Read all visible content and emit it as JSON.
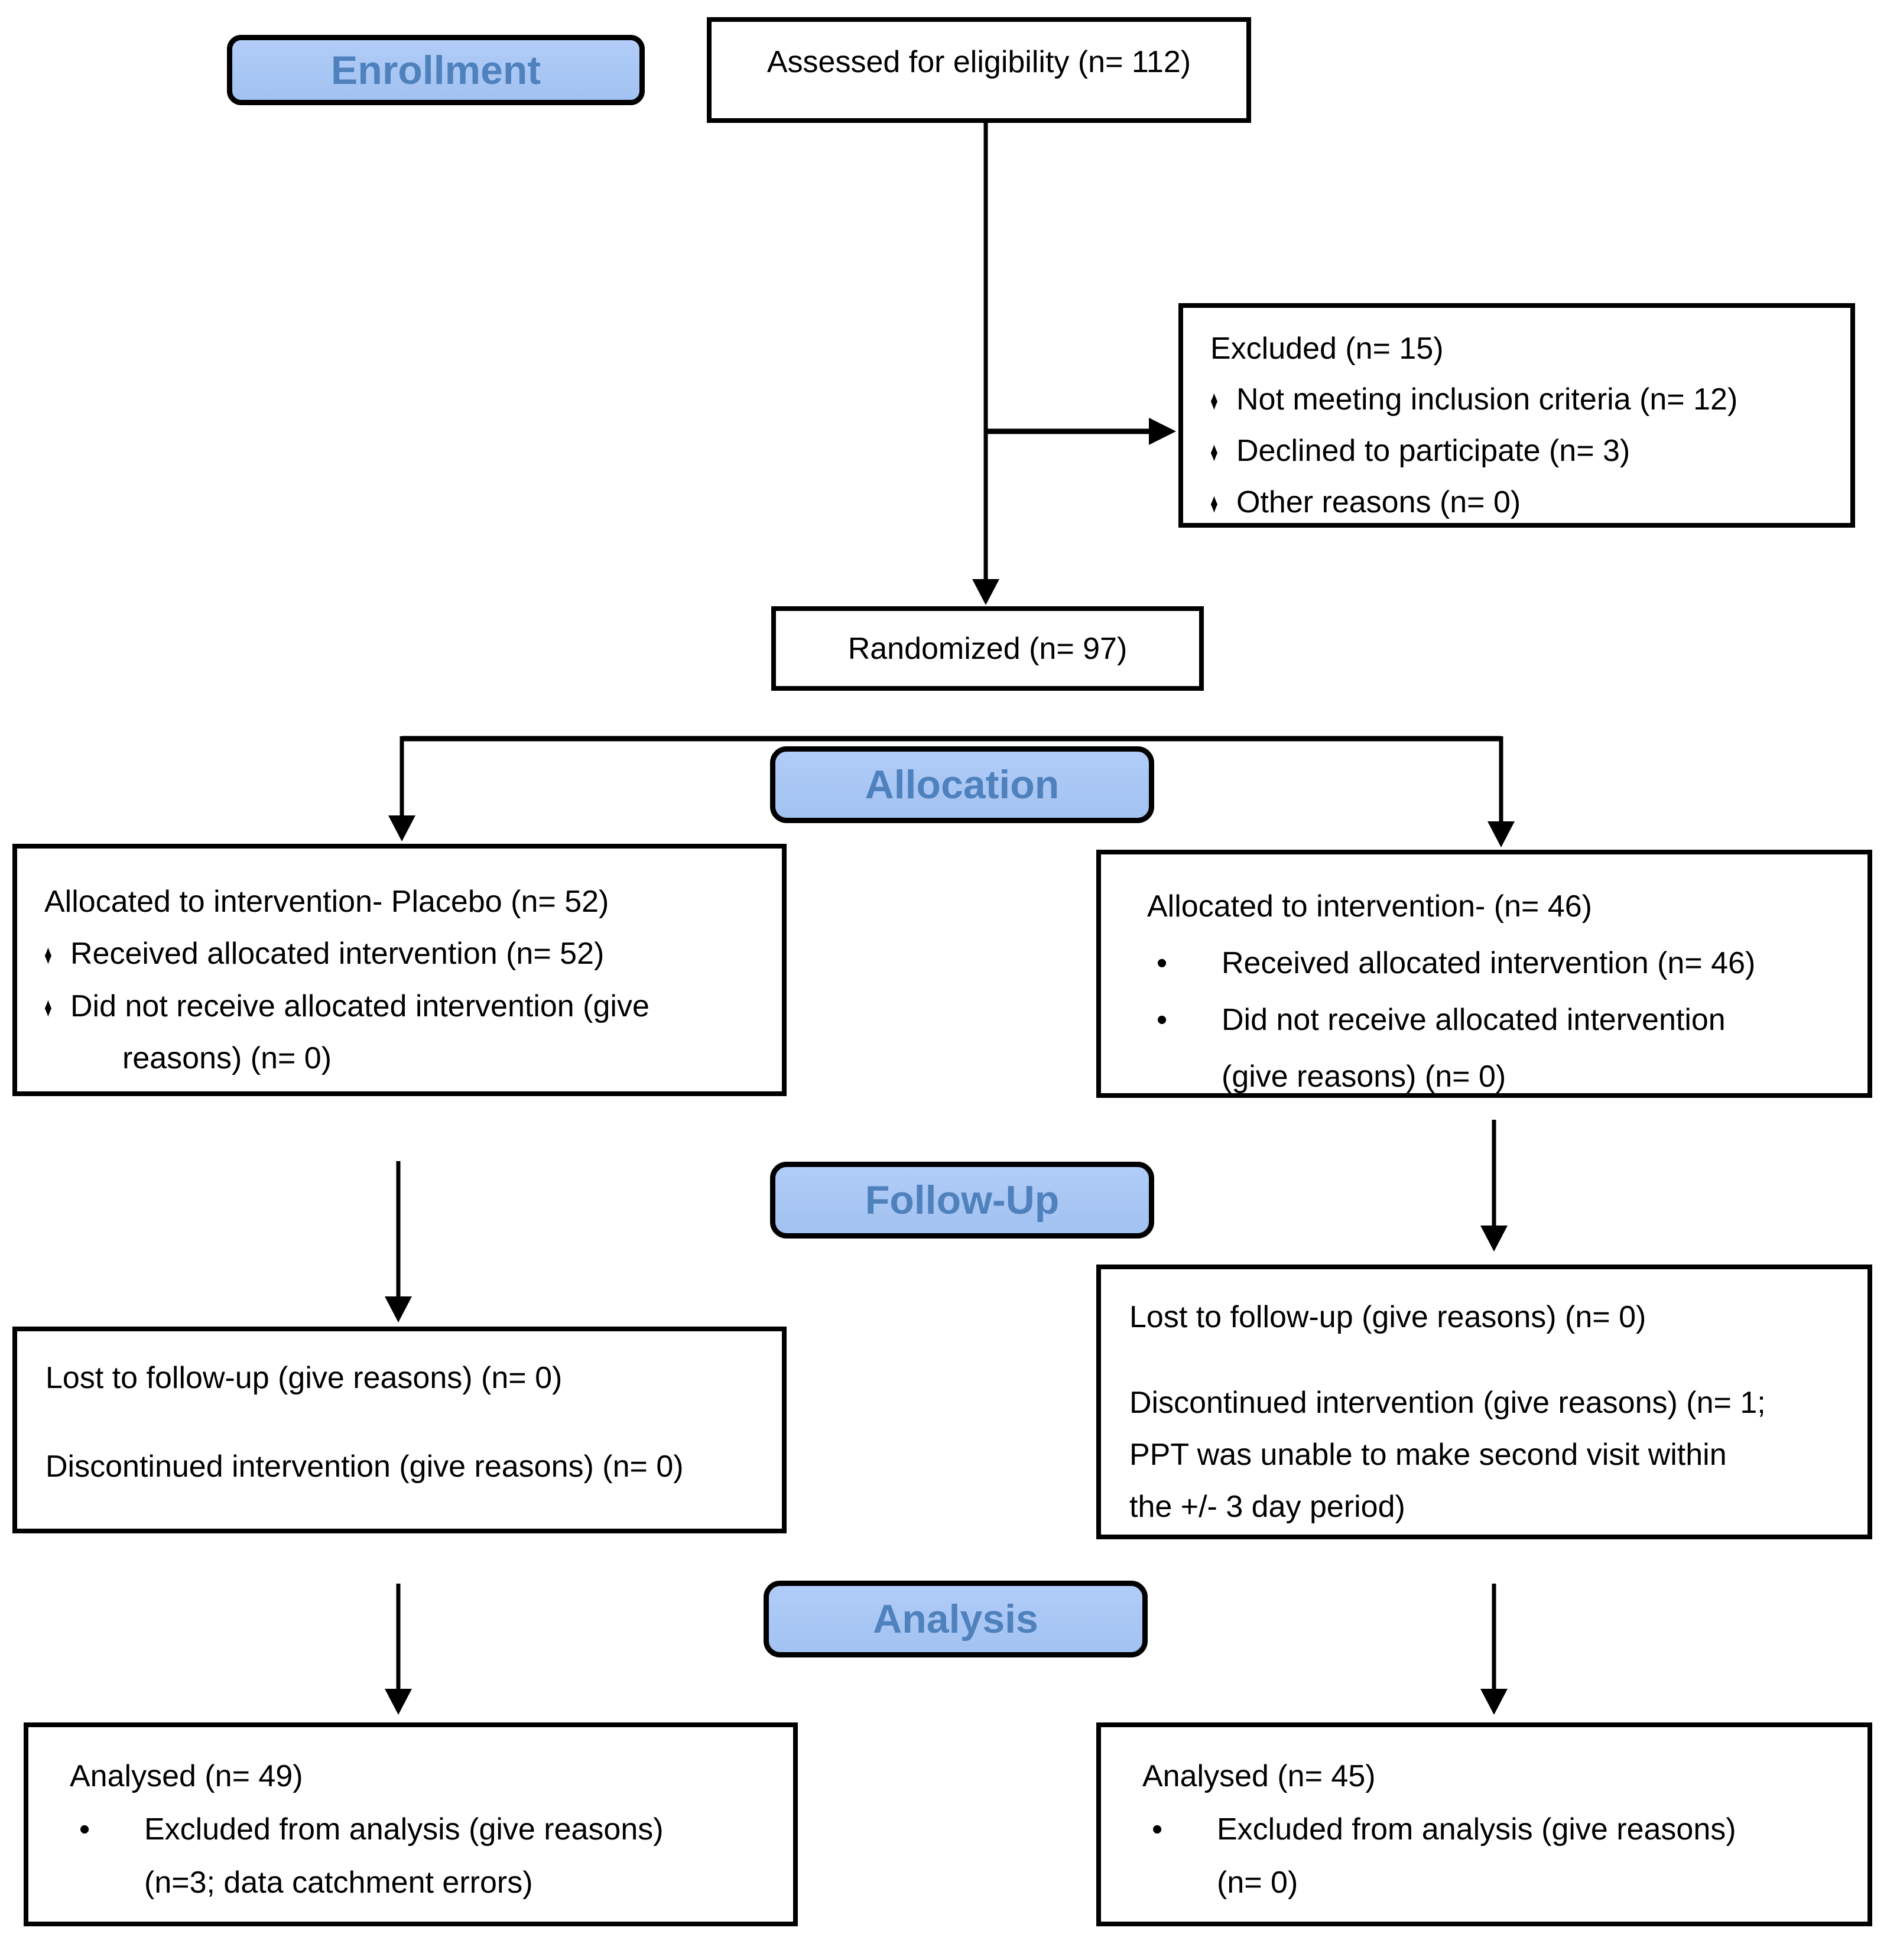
{
  "stage_labels": {
    "enrollment": "Enrollment",
    "allocation": "Allocation",
    "followup": "Follow-Up",
    "analysis": "Analysis"
  },
  "bullets": {
    "diamond": "♦",
    "dot": "•"
  },
  "colors": {
    "label_fill_top": "#b1ccf8",
    "label_fill_bottom": "#a2c2f1",
    "label_text": "#4f81bd",
    "box_background": "#ffffff",
    "line": "#000000"
  },
  "boxes": {
    "assessed": {
      "text": "Assessed for eligibility (n= 112)"
    },
    "excluded": {
      "title": "Excluded (n= 15)",
      "items": [
        "Not meeting inclusion criteria (n= 12)",
        "Declined to participate (n= 3)",
        "Other reasons (n= 0)"
      ]
    },
    "randomized": {
      "text": "Randomized (n= 97)"
    },
    "allocation_left": {
      "title": "Allocated to intervention- Placebo (n= 52)",
      "items": [
        "Received allocated intervention (n= 52)",
        "Did not receive allocated intervention (give reasons) (n= 0)"
      ]
    },
    "allocation_right": {
      "title": "Allocated to intervention- (n= 46)",
      "items": [
        "Received allocated intervention (n= 46)",
        "Did not receive allocated intervention (give reasons) (n= 0)"
      ]
    },
    "followup_left": {
      "lines": [
        "Lost to follow-up (give reasons) (n= 0)",
        "Discontinued intervention (give reasons) (n= 0)"
      ]
    },
    "followup_right": {
      "lines": [
        "Lost to follow-up (give reasons) (n= 0)",
        "Discontinued intervention (give reasons) (n= 1;\nPPT was unable to make second visit within\nthe +/- 3 day period)"
      ]
    },
    "analysis_left": {
      "title": "Analysed (n= 49)",
      "items": [
        "Excluded from analysis (give reasons) (n=3; data catchment errors)"
      ]
    },
    "analysis_right": {
      "title": "Analysed (n= 45)",
      "items": [
        "Excluded from analysis (give reasons) (n= 0)"
      ]
    }
  }
}
